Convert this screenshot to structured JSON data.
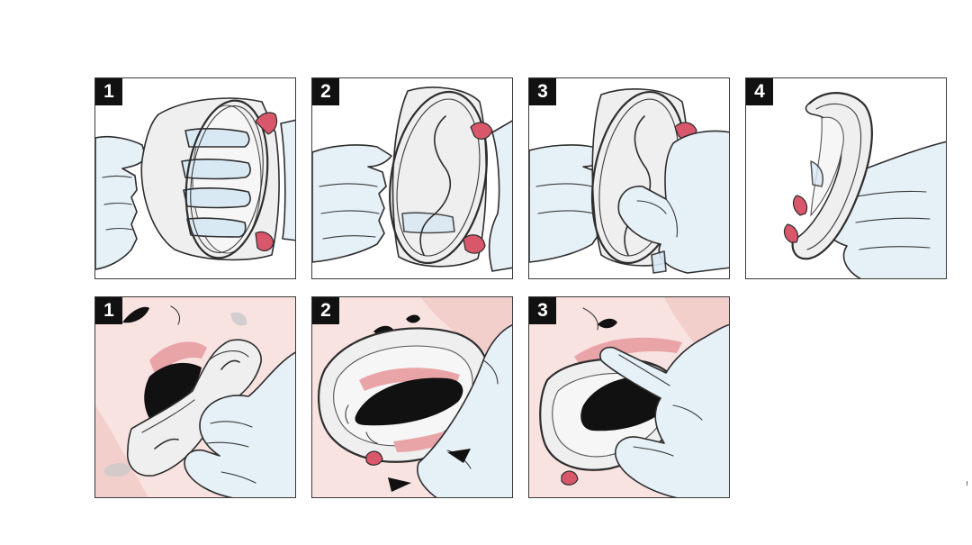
{
  "figure": {
    "top_row": {
      "panels": [
        {
          "step": "1",
          "icon": "hands-holding-retractor-ring-icon"
        },
        {
          "step": "2",
          "icon": "hands-squeezing-retractor-ring-icon"
        },
        {
          "step": "3",
          "icon": "hands-folding-retractor-ring-icon"
        },
        {
          "step": "4",
          "icon": "folded-retractor-ring-icon"
        }
      ]
    },
    "bottom_row": {
      "panels": [
        {
          "step": "1",
          "icon": "inserting-retractor-into-mouth-icon"
        },
        {
          "step": "2",
          "icon": "retractor-expanded-in-mouth-icon"
        },
        {
          "step": "3",
          "icon": "adjusting-retractor-lips-icon"
        }
      ]
    },
    "colors": {
      "badge": "#111111",
      "glove": "#e6f0f7",
      "tab": "#d9576a",
      "skin": "#f9e3e1",
      "lip": "#e9a4a8"
    }
  }
}
